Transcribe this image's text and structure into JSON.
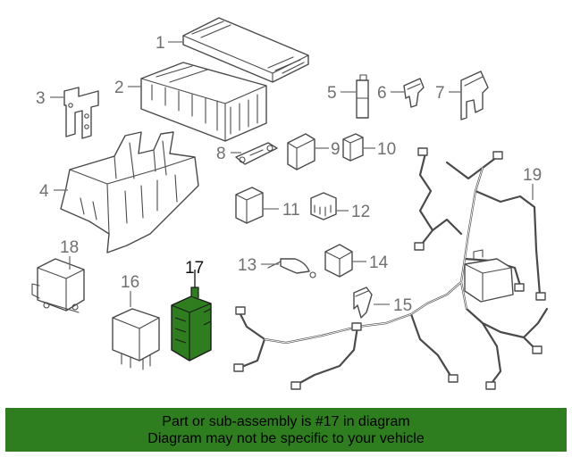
{
  "diagram": {
    "highlight_color": "#2e7d1f",
    "callouts": [
      {
        "id": "1",
        "label": "1"
      },
      {
        "id": "2",
        "label": "2"
      },
      {
        "id": "3",
        "label": "3"
      },
      {
        "id": "4",
        "label": "4"
      },
      {
        "id": "5",
        "label": "5"
      },
      {
        "id": "6",
        "label": "6"
      },
      {
        "id": "7",
        "label": "7"
      },
      {
        "id": "8",
        "label": "8"
      },
      {
        "id": "9",
        "label": "9"
      },
      {
        "id": "10",
        "label": "10"
      },
      {
        "id": "11",
        "label": "11"
      },
      {
        "id": "12",
        "label": "12"
      },
      {
        "id": "13",
        "label": "13"
      },
      {
        "id": "14",
        "label": "14"
      },
      {
        "id": "15",
        "label": "15"
      },
      {
        "id": "16",
        "label": "16"
      },
      {
        "id": "17",
        "label": "17",
        "highlighted": true
      },
      {
        "id": "18",
        "label": "18"
      },
      {
        "id": "19",
        "label": "19"
      }
    ]
  },
  "banner": {
    "line1": "Part or sub-assembly is #17 in diagram",
    "line2": "Diagram may not be specific to your vehicle",
    "background": "#2e7d1f"
  }
}
